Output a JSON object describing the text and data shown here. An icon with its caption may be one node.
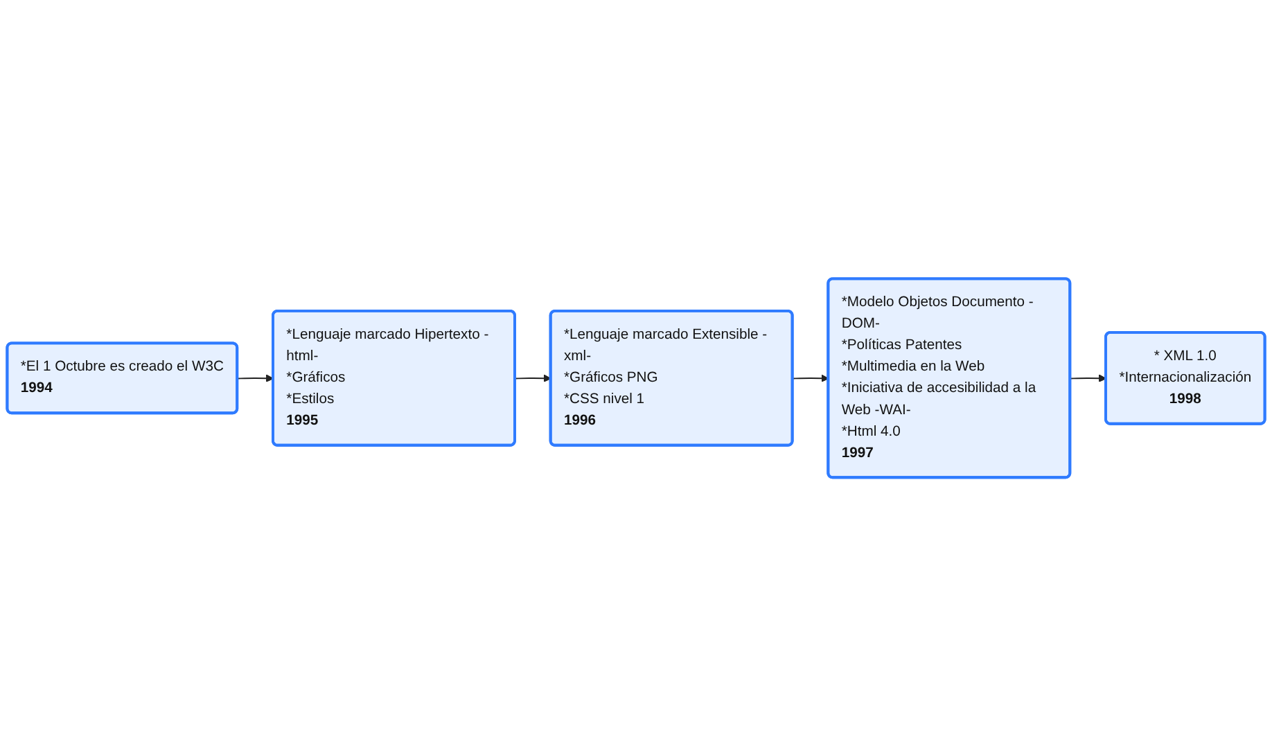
{
  "diagram": {
    "nodes": [
      {
        "text": [
          "*El 1 Octubre es creado el W3C",
          "1994"
        ]
      },
      {
        "text": [
          "*Lenguaje marcado Hipertexto -html-",
          "*Gráficos",
          "*Estilos",
          "1995"
        ]
      },
      {
        "text": [
          "*Lenguaje marcado Extensible -xml-",
          "*Gráficos PNG",
          "*CSS nivel 1",
          "1996"
        ]
      },
      {
        "text": [
          "*Modelo Objetos Documento -DOM-",
          "*Políticas Patentes",
          "*Multimedia en la Web",
          "*Iniciativa de accesibilidad a la Web -WAI-",
          "*Html 4.0",
          "1997"
        ]
      },
      {
        "text": [
          "* XML 1.0",
          "*Internacionalización",
          "1998"
        ]
      }
    ],
    "edges": [
      {
        "from": 0,
        "to": 1,
        "arrow": "to"
      },
      {
        "from": 1,
        "to": 2,
        "arrow": "to"
      },
      {
        "from": 2,
        "to": 3,
        "arrow": "to"
      },
      {
        "from": 3,
        "to": 4,
        "arrow": "to"
      }
    ]
  }
}
